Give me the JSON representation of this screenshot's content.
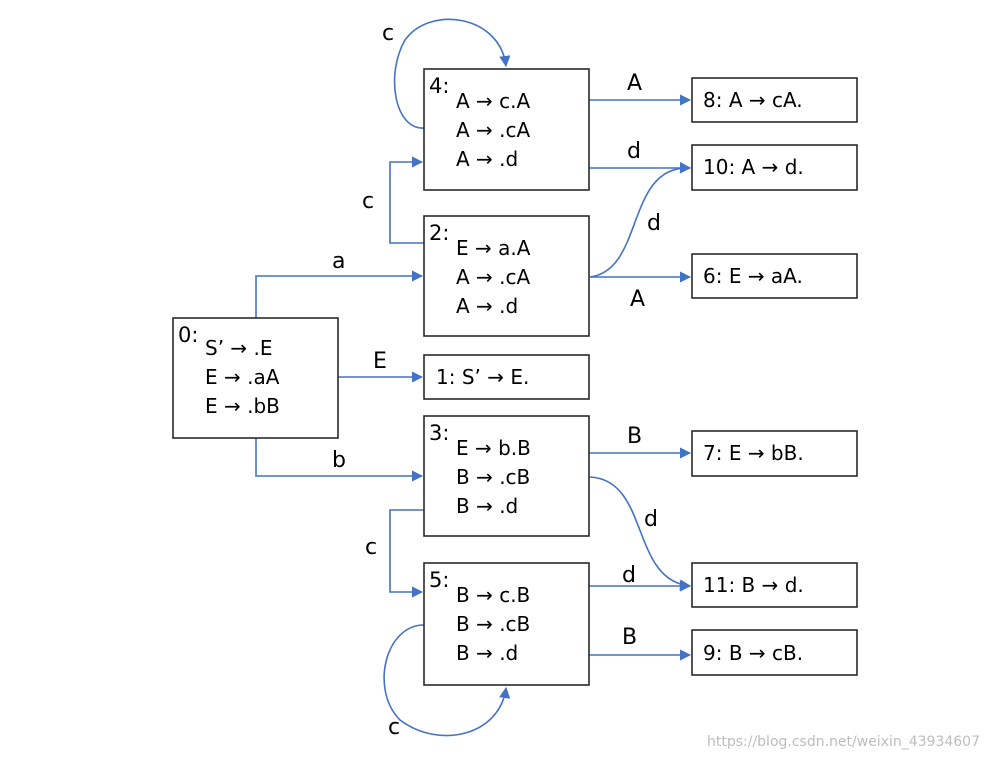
{
  "diagram": {
    "states": {
      "s0": {
        "num": "0:",
        "items": [
          "S’ → .E",
          "E → .aA",
          "E → .bB"
        ]
      },
      "s1": {
        "text": "1:  S’ → E."
      },
      "s2": {
        "num": "2:",
        "items": [
          "E → a.A",
          "A → .cA",
          "A → .d"
        ]
      },
      "s3": {
        "num": "3:",
        "items": [
          "E → b.B",
          "B → .cB",
          "B → .d"
        ]
      },
      "s4": {
        "num": "4:",
        "items": [
          "A → c.A",
          "A → .cA",
          "A → .d"
        ]
      },
      "s5": {
        "num": "5:",
        "items": [
          "B → c.B",
          "B → .cB",
          "B → .d"
        ]
      },
      "s6": {
        "text": "6:  E → aA."
      },
      "s7": {
        "text": "7:  E → bB."
      },
      "s8": {
        "text": "8:  A → cA."
      },
      "s9": {
        "text": "9:  B → cB."
      },
      "s10": {
        "text": "10: A → d."
      },
      "s11": {
        "text": "11: B → d."
      }
    },
    "edges": {
      "e0_2": "a",
      "e0_1": "E",
      "e0_3": "b",
      "e2_4": "c",
      "e4_4": "c",
      "e4_8": "A",
      "e4_10": "d",
      "e2_10": "d",
      "e2_6": "A",
      "e3_7": "B",
      "e3_11": "d",
      "e3_5": "c",
      "e5_11": "d",
      "e5_9": "B",
      "e5_5": "c"
    }
  },
  "watermark": "https://blog.csdn.net/weixin_43934607",
  "colors": {
    "edge": "#4472c4",
    "box_border": "#2a2a2a"
  }
}
